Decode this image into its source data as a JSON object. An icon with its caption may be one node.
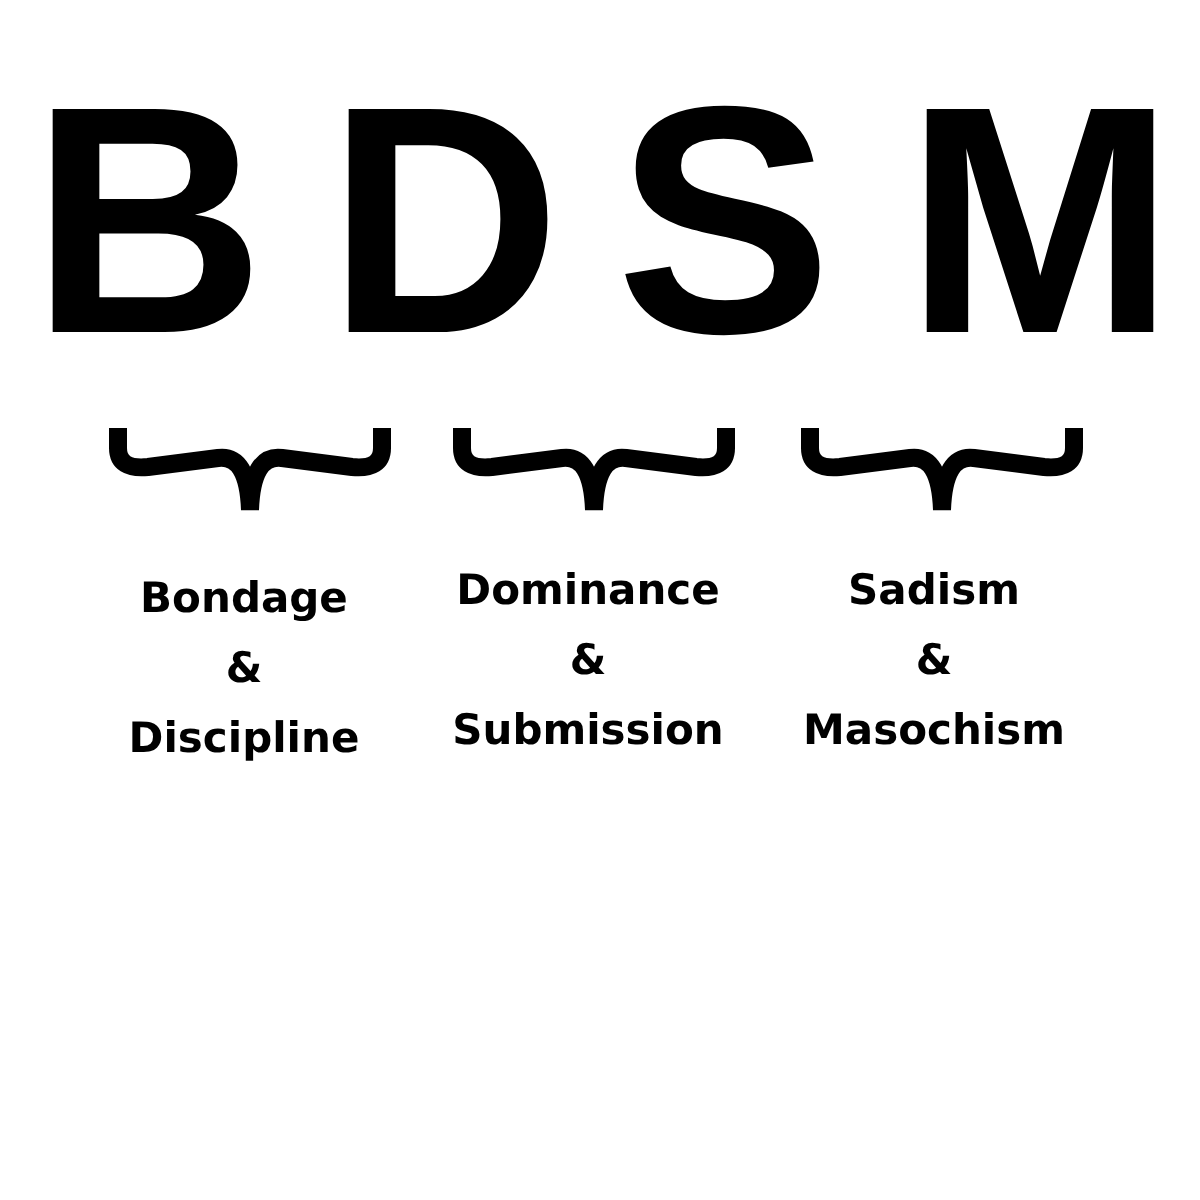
{
  "diagram": {
    "labels": [
      "B",
      "D",
      "S",
      "M",
      "Bondage & Discipline",
      "Dominance & Submission",
      "Sadism & Masochism"
    ]
  }
}
